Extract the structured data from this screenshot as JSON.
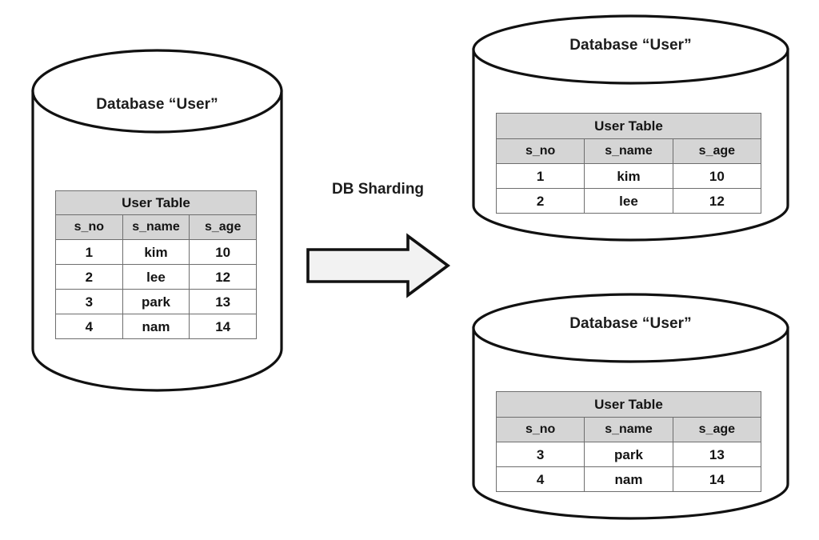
{
  "diagram": {
    "title": "DB Sharding",
    "background_color": "#ffffff",
    "stroke_color": "#111111",
    "table_header_fill": "#d5d5d5",
    "table_body_fill": "#ffffff",
    "arrow_fill": "#f2f2f2"
  },
  "transform": {
    "label": "DB Sharding",
    "arrow_icon": "right-block-arrow-icon",
    "direction": "left-to-right"
  },
  "source_database": {
    "name": "source-database",
    "label": "Database “User”",
    "table": {
      "title": "User Table",
      "columns": [
        "s_no",
        "s_name",
        "s_age"
      ],
      "rows": [
        [
          "1",
          "kim",
          "10"
        ],
        [
          "2",
          "lee",
          "12"
        ],
        [
          "3",
          "park",
          "13"
        ],
        [
          "4",
          "nam",
          "14"
        ]
      ]
    }
  },
  "shards": [
    {
      "name": "shard-1",
      "label": "Database “User”",
      "table": {
        "title": "User Table",
        "columns": [
          "s_no",
          "s_name",
          "s_age"
        ],
        "rows": [
          [
            "1",
            "kim",
            "10"
          ],
          [
            "2",
            "lee",
            "12"
          ]
        ]
      }
    },
    {
      "name": "shard-2",
      "label": "Database “User”",
      "table": {
        "title": "User Table",
        "columns": [
          "s_no",
          "s_name",
          "s_age"
        ],
        "rows": [
          [
            "3",
            "park",
            "13"
          ],
          [
            "4",
            "nam",
            "14"
          ]
        ]
      }
    }
  ]
}
